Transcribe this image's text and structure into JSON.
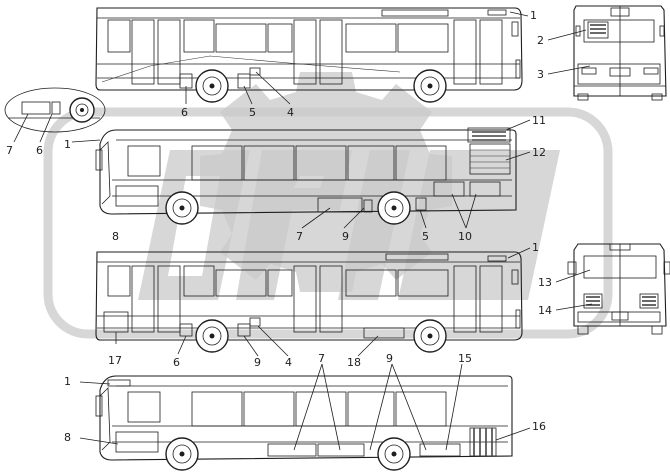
{
  "callouts": [
    {
      "id": "c1a",
      "text": "1"
    },
    {
      "id": "c2",
      "text": "2"
    },
    {
      "id": "c3",
      "text": "3"
    },
    {
      "id": "c4a",
      "text": "4"
    },
    {
      "id": "c5a",
      "text": "5"
    },
    {
      "id": "c6a",
      "text": "6"
    },
    {
      "id": "c7a",
      "text": "7"
    },
    {
      "id": "c6b",
      "text": "6"
    },
    {
      "id": "c1b",
      "text": "1"
    },
    {
      "id": "c11",
      "text": "11"
    },
    {
      "id": "c12",
      "text": "12"
    },
    {
      "id": "c8a",
      "text": "8"
    },
    {
      "id": "c7b",
      "text": "7"
    },
    {
      "id": "c9a",
      "text": "9"
    },
    {
      "id": "c5b",
      "text": "5"
    },
    {
      "id": "c10",
      "text": "10"
    },
    {
      "id": "c1c",
      "text": "1"
    },
    {
      "id": "c13",
      "text": "13"
    },
    {
      "id": "c14",
      "text": "14"
    },
    {
      "id": "c17",
      "text": "17"
    },
    {
      "id": "c6c",
      "text": "6"
    },
    {
      "id": "c9b",
      "text": "9"
    },
    {
      "id": "c4b",
      "text": "4"
    },
    {
      "id": "c18",
      "text": "18"
    },
    {
      "id": "c7c",
      "text": "7"
    },
    {
      "id": "c9c",
      "text": "9"
    },
    {
      "id": "c15",
      "text": "15"
    },
    {
      "id": "c1d",
      "text": "1"
    },
    {
      "id": "c8b",
      "text": "8"
    },
    {
      "id": "c16",
      "text": "16"
    }
  ],
  "watermark": {
    "color": "#c9c9c9"
  },
  "colors": {
    "line": "#1e1e1e",
    "background": "#ffffff"
  }
}
